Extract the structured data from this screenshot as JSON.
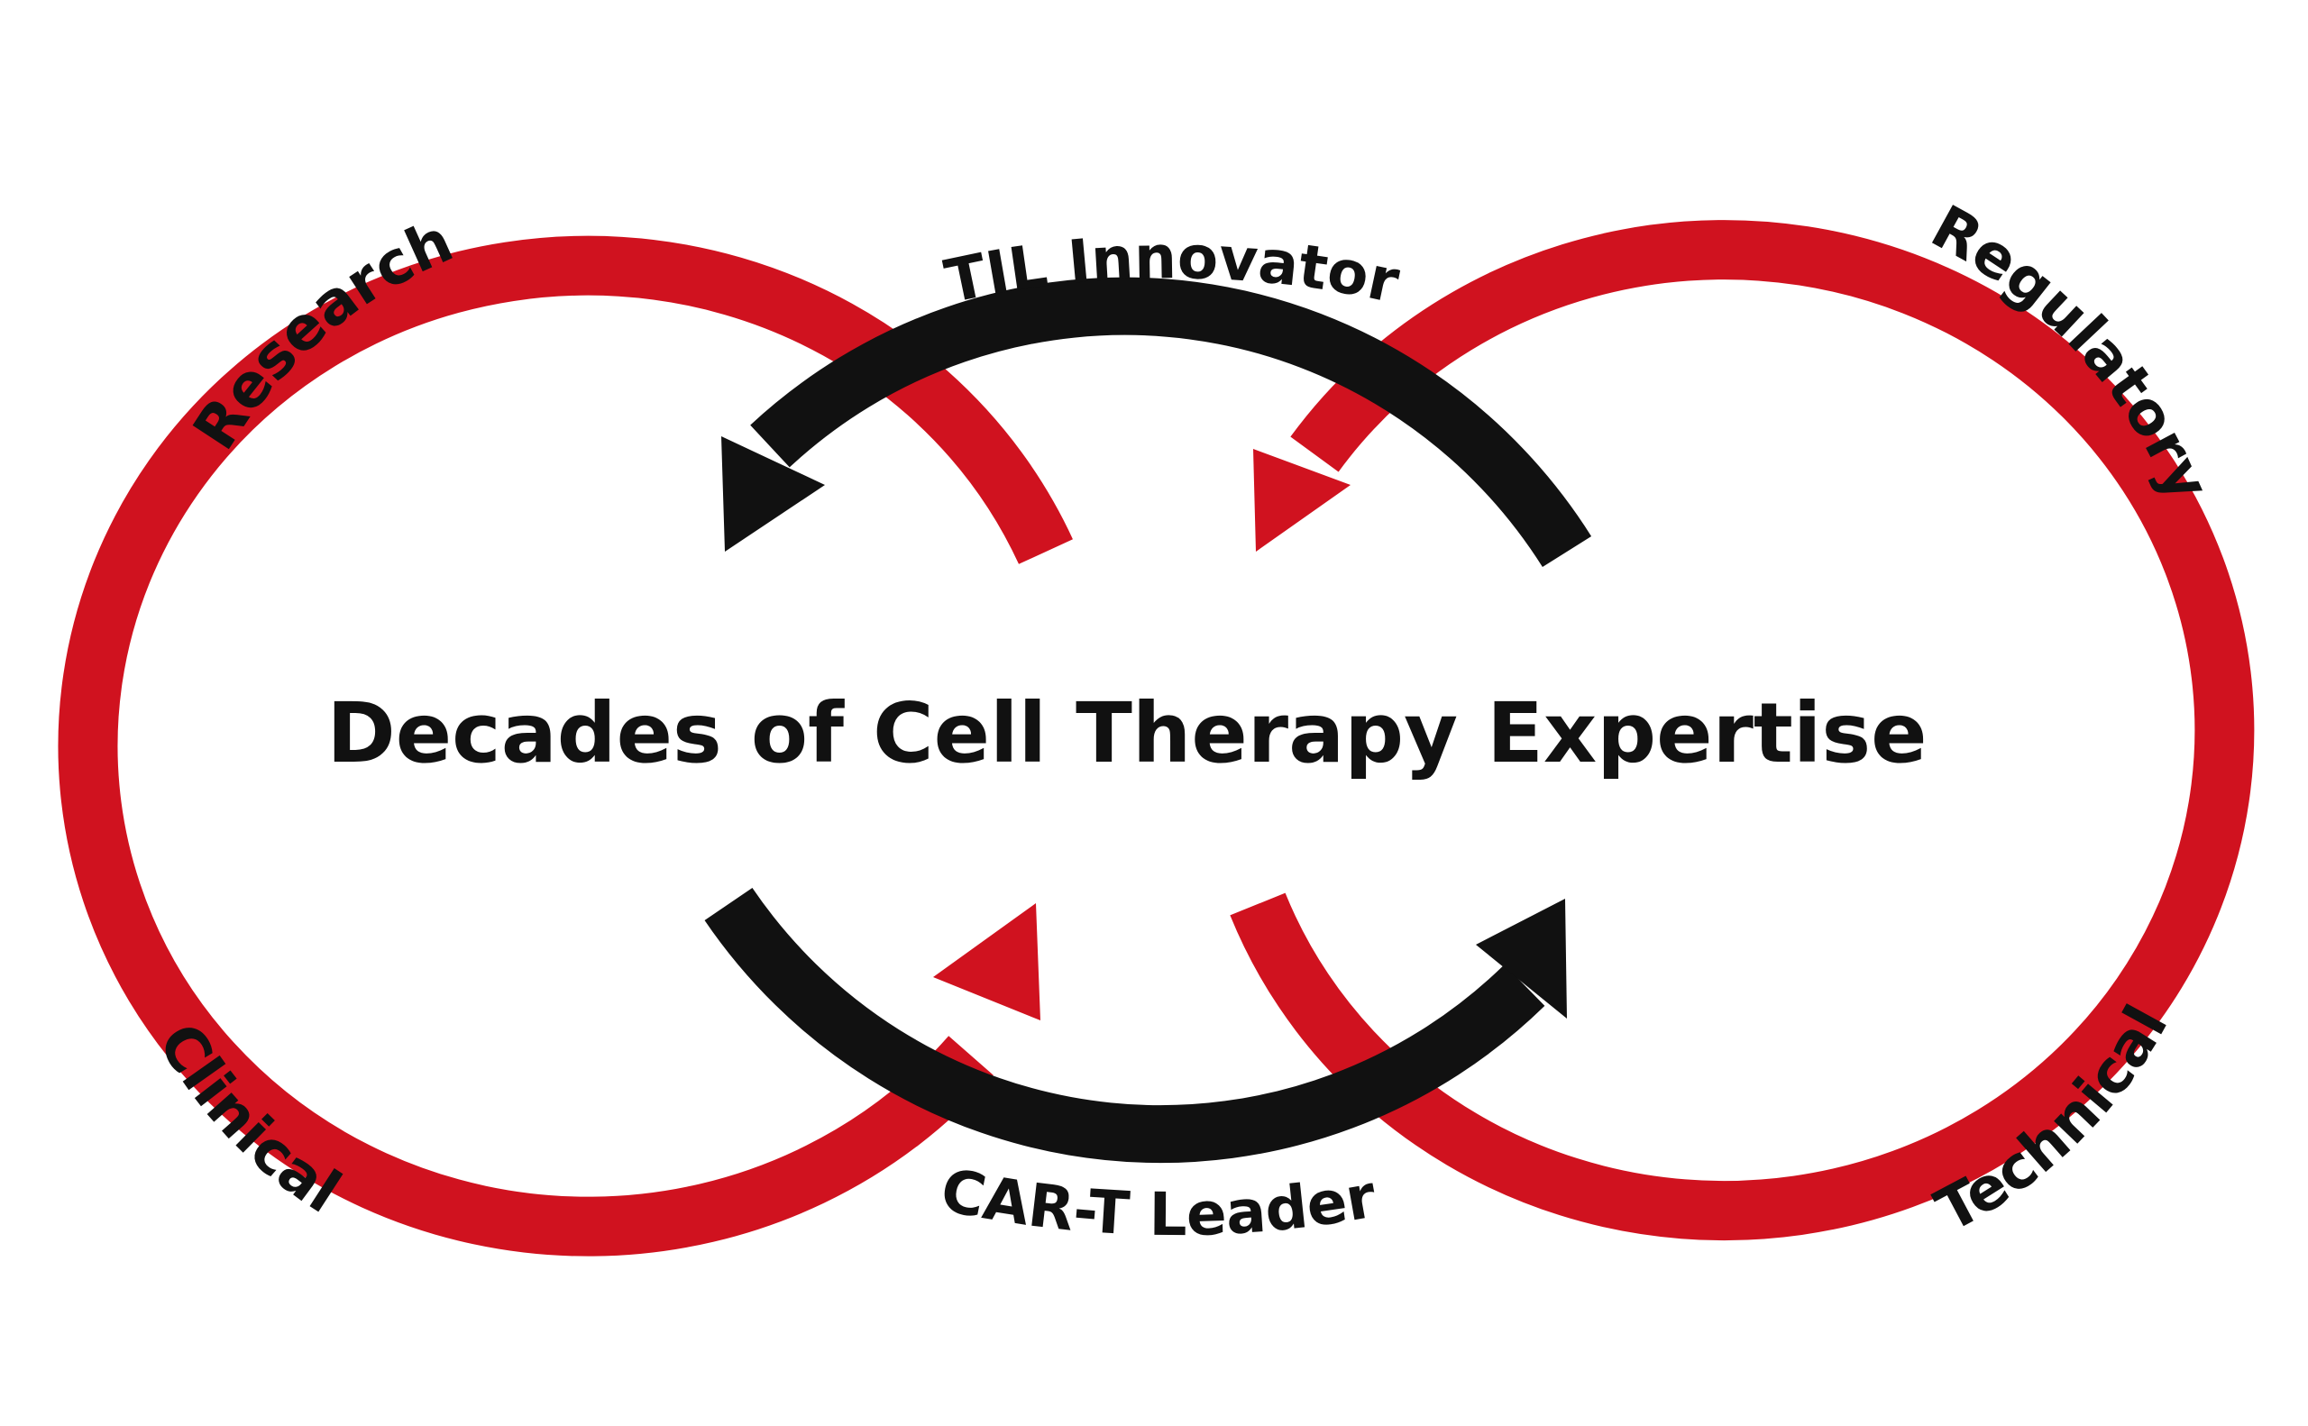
{
  "title": "Decades of Cell Therapy Expertise",
  "labels": {
    "research": "Research",
    "til": "TIL Innovator",
    "regulatory": "Regulatory",
    "clinical": "Clinical",
    "car_t": "CAR-T Leader",
    "technical": "Technical"
  },
  "colors": {
    "red": "#d0121f",
    "black": "#111111",
    "text": "#111111",
    "background": "#ffffff"
  }
}
